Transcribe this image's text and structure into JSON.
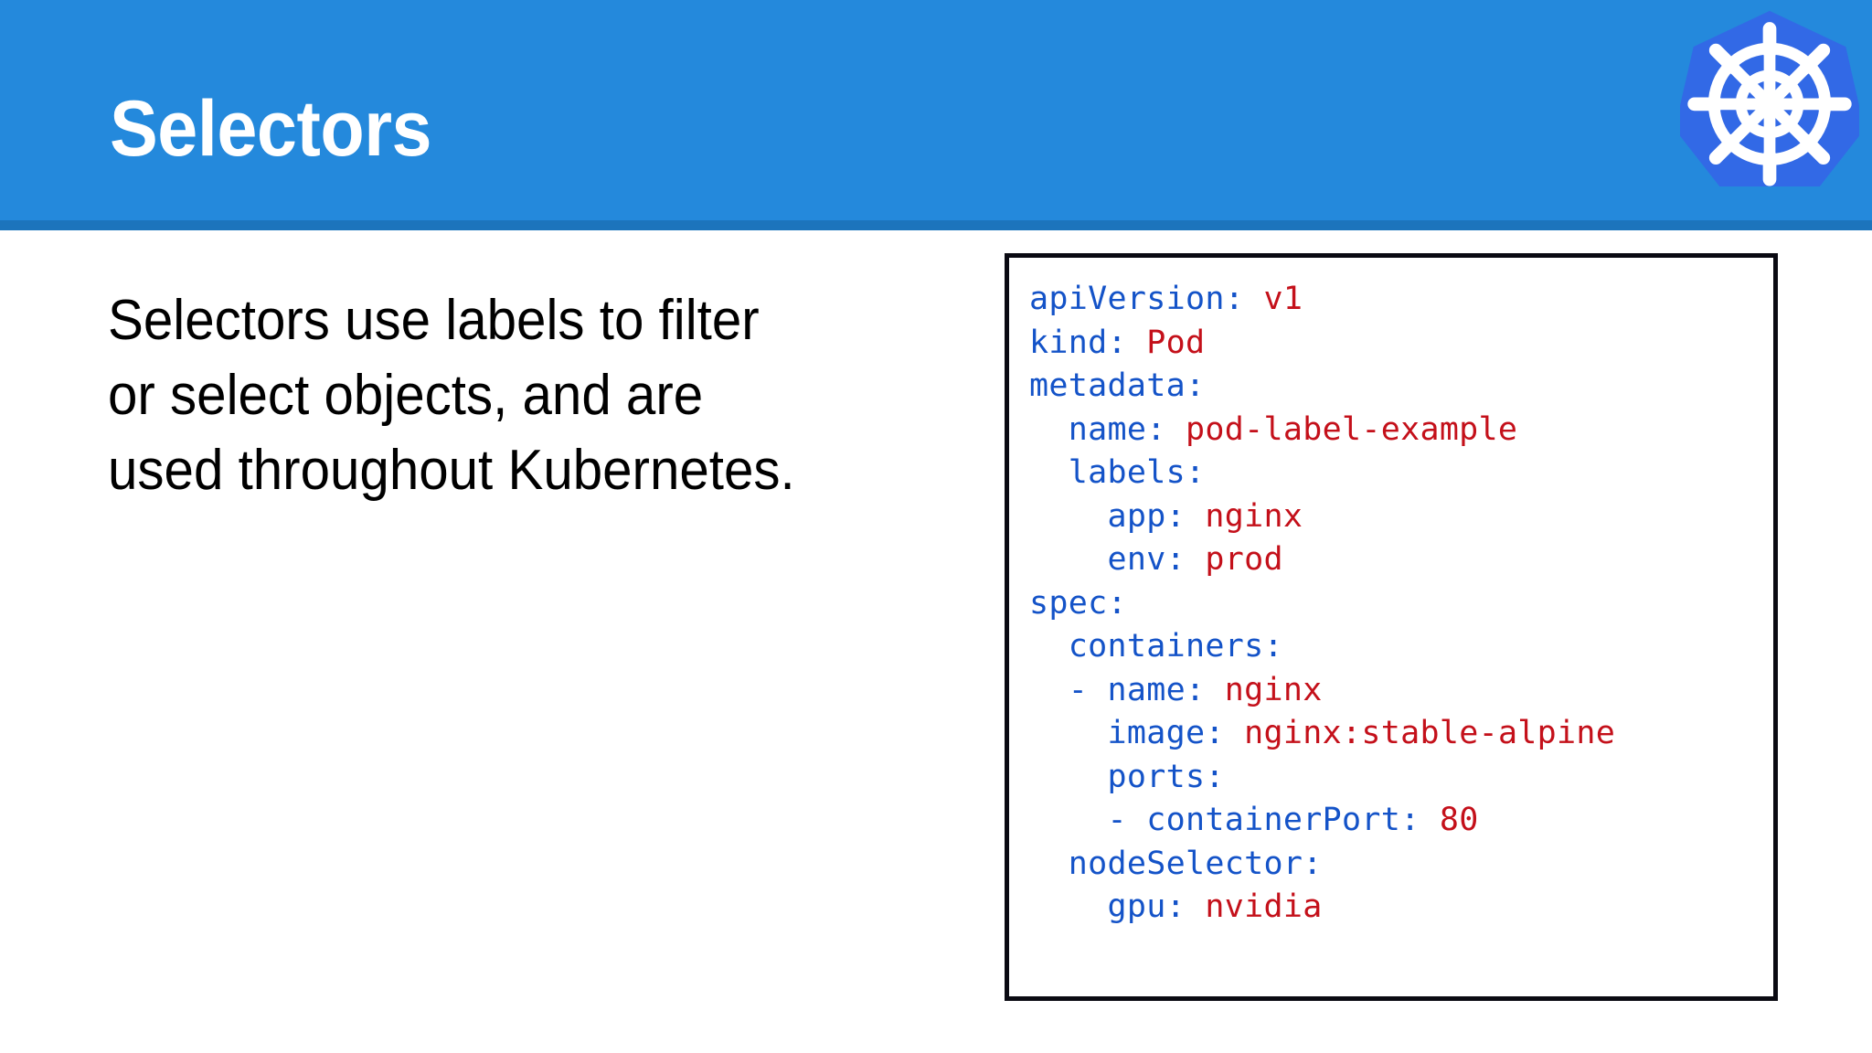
{
  "header": {
    "title": "Selectors",
    "background_color": "#2489DC",
    "stripe_color": "#1C74BC",
    "title_color": "#FFFFFF",
    "logo_name": "kubernetes-logo",
    "logo_heptagon_color": "#3269E6",
    "logo_wheel_color": "#FFFFFF"
  },
  "body": {
    "lines": [
      "Selectors use labels to filter",
      "or select objects, and are",
      "used throughout Kubernetes."
    ],
    "text_color": "#000000"
  },
  "code": {
    "language": "yaml",
    "key_color": "#1453C8",
    "value_color": "#C4101A",
    "border_color": "#0A0A12",
    "background_color": "#FFFFFF",
    "raw": "apiVersion: v1\nkind: Pod\nmetadata:\n  name: pod-label-example\n  labels:\n    app: nginx\n    env: prod\nspec:\n  containers:\n  - name: nginx\n    image: nginx:stable-alpine\n    ports:\n    - containerPort: 80\n  nodeSelector:\n    gpu: nvidia",
    "lines": [
      {
        "indent": "",
        "dash": "",
        "key": "apiVersion:",
        "value": " v1"
      },
      {
        "indent": "",
        "dash": "",
        "key": "kind:",
        "value": " Pod"
      },
      {
        "indent": "",
        "dash": "",
        "key": "metadata:",
        "value": ""
      },
      {
        "indent": "  ",
        "dash": "",
        "key": "name:",
        "value": " pod-label-example"
      },
      {
        "indent": "  ",
        "dash": "",
        "key": "labels:",
        "value": ""
      },
      {
        "indent": "    ",
        "dash": "",
        "key": "app:",
        "value": " nginx"
      },
      {
        "indent": "    ",
        "dash": "",
        "key": "env:",
        "value": " prod"
      },
      {
        "indent": "",
        "dash": "",
        "key": "spec:",
        "value": ""
      },
      {
        "indent": "  ",
        "dash": "",
        "key": "containers:",
        "value": ""
      },
      {
        "indent": "  ",
        "dash": "- ",
        "key": "name:",
        "value": " nginx"
      },
      {
        "indent": "    ",
        "dash": "",
        "key": "image:",
        "value": " nginx:stable-alpine"
      },
      {
        "indent": "    ",
        "dash": "",
        "key": "ports:",
        "value": ""
      },
      {
        "indent": "    ",
        "dash": "- ",
        "key": "containerPort:",
        "value": " 80"
      },
      {
        "indent": "  ",
        "dash": "",
        "key": "nodeSelector:",
        "value": ""
      },
      {
        "indent": "    ",
        "dash": "",
        "key": "gpu:",
        "value": " nvidia"
      }
    ]
  }
}
